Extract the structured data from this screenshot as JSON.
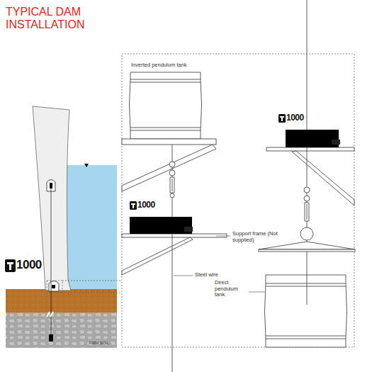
{
  "diagram": {
    "title": "TYPICAL DAM INSTALLATION",
    "labels": [
      "Inverted pendulum tank",
      "1000",
      "1000",
      "Support frame (Not supplied)",
      "Steel wire",
      "1000",
      "Direct pendulum tank",
      "FIRM SOIL"
    ]
  }
}
